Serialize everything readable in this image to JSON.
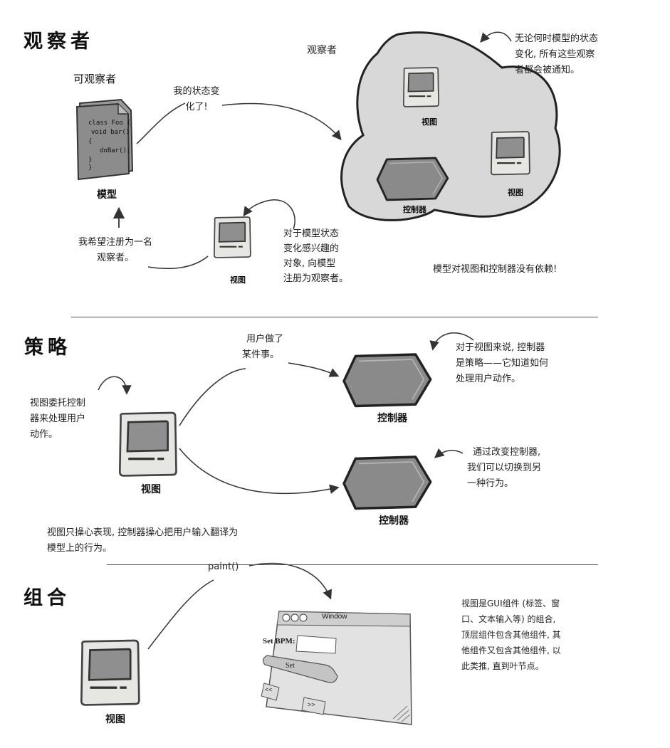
{
  "observer": {
    "title": "观察者",
    "observable_label": "可观察者",
    "model_code": [
      "class Foo {",
      "void bar()",
      "{",
      "doBar();",
      "}",
      "}"
    ],
    "model_label": "模型",
    "observers_label": "观察者",
    "state_changed_note": [
      "我的状态变",
      "化了!"
    ],
    "notify_note": [
      "无论何时模型的状态",
      "变化, 所有这些观察",
      "者都会被通知。"
    ],
    "view_label_1": "视图",
    "view_label_2": "视图",
    "controller_label": "控制器",
    "register_wish": [
      "我希望注册为一名",
      "观察者。"
    ],
    "view_label_3": "视图",
    "register_note": [
      "对于模型状态",
      "变化感兴趣的",
      "对象, 向模型",
      "注册为观察者。"
    ],
    "no_dependency_note": "模型对视图和控制器没有依赖!"
  },
  "strategy": {
    "title": "策略",
    "user_action_note": [
      "用户做了",
      "某件事。"
    ],
    "strategy_note": [
      "对于视图来说, 控制器",
      "是策略——它知道如何",
      "处理用户动作。"
    ],
    "delegate_note": [
      "视图委托控制",
      "器来处理用户",
      "动作。"
    ],
    "controller_label_1": "控制器",
    "view_label": "视图",
    "switch_note": [
      "通过改变控制器,",
      "我们可以切换到另",
      "一种行为。"
    ],
    "controller_label_2": "控制器",
    "summary": [
      "视图只操心表现, 控制器操心把用户输入翻译为",
      "模型上的行为。"
    ]
  },
  "composite": {
    "title": "组合",
    "paint_label": "paint()",
    "window_title": "Window",
    "bpm_label": "Set BPM:",
    "set_button": "Set",
    "prev_button": "<<",
    "next_button": ">>",
    "view_label": "视图",
    "composite_note": [
      "视图是GUI组件 (标签、窗",
      "口、文本输入等) 的组合,",
      "顶层组件包含其他组件, 其",
      "他组件又包含其他组件, 以",
      "此类推, 直到叶节点。"
    ]
  },
  "colors": {
    "observer_cloud": "#d8d8d8",
    "controller_fill": "#8a8a8a",
    "view_outer": "#e6e6e2",
    "view_screen": "#8f8f8f",
    "model_fill": "#9a9a9a",
    "window_fill": "#e2e2e2"
  }
}
